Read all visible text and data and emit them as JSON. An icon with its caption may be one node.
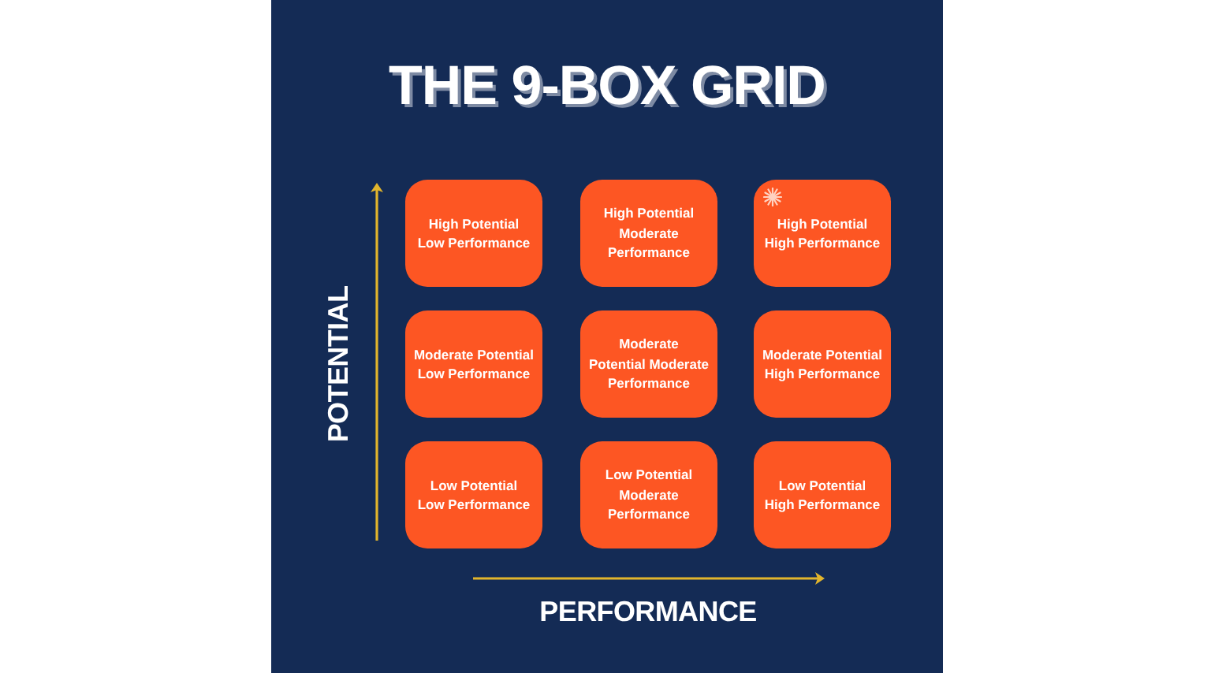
{
  "diagram": {
    "title": "THE 9-BOX GRID",
    "nodes": [
      {
        "text": [
          "High Potential Low Performance"
        ]
      },
      {
        "text": [
          "High Potential Moderate Performance"
        ]
      },
      {
        "text": [
          "High Potential High Performance"
        ]
      },
      {
        "text": [
          "Moderate Potential Low Performance"
        ]
      },
      {
        "text": [
          "Moderate Potential Moderate Performance"
        ]
      },
      {
        "text": [
          "Moderate Potential High Performance"
        ]
      },
      {
        "text": [
          "Low Potential Low Performance"
        ]
      },
      {
        "text": [
          "Low Potential Moderate Performance"
        ]
      },
      {
        "text": [
          "Low Potential High Performance"
        ]
      }
    ],
    "labels": [
      "POTENTIAL",
      "PERFORMANCE"
    ]
  }
}
